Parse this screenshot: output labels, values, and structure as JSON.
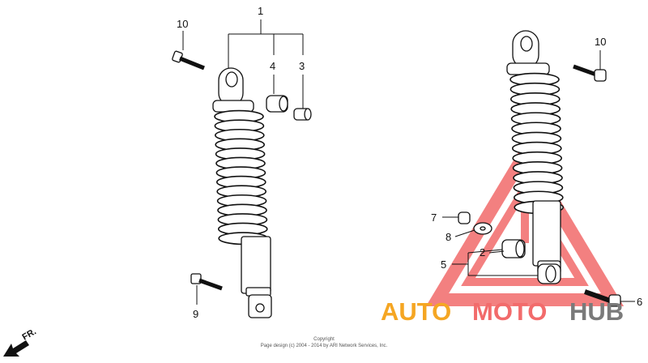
{
  "callouts": {
    "c1": "1",
    "c2": "2",
    "c3": "3",
    "c4": "4",
    "c5": "5",
    "c6": "6",
    "c7": "7",
    "c8": "8",
    "c9": "9",
    "c10_left": "10",
    "c10_right": "10"
  },
  "direction_label": "FR.",
  "copyright": {
    "line1": "Copyright",
    "line2": "Page design (c) 2004 - 2014 by ARI Network Services, Inc."
  },
  "watermark": {
    "part1": "AUTO",
    "part2": "MOTO",
    "part3": "HUB",
    "colors": {
      "triangle": "#f26b6b",
      "auto": "#f5a623",
      "moto": "#f26b6b",
      "hub": "#7a7a7a"
    }
  }
}
